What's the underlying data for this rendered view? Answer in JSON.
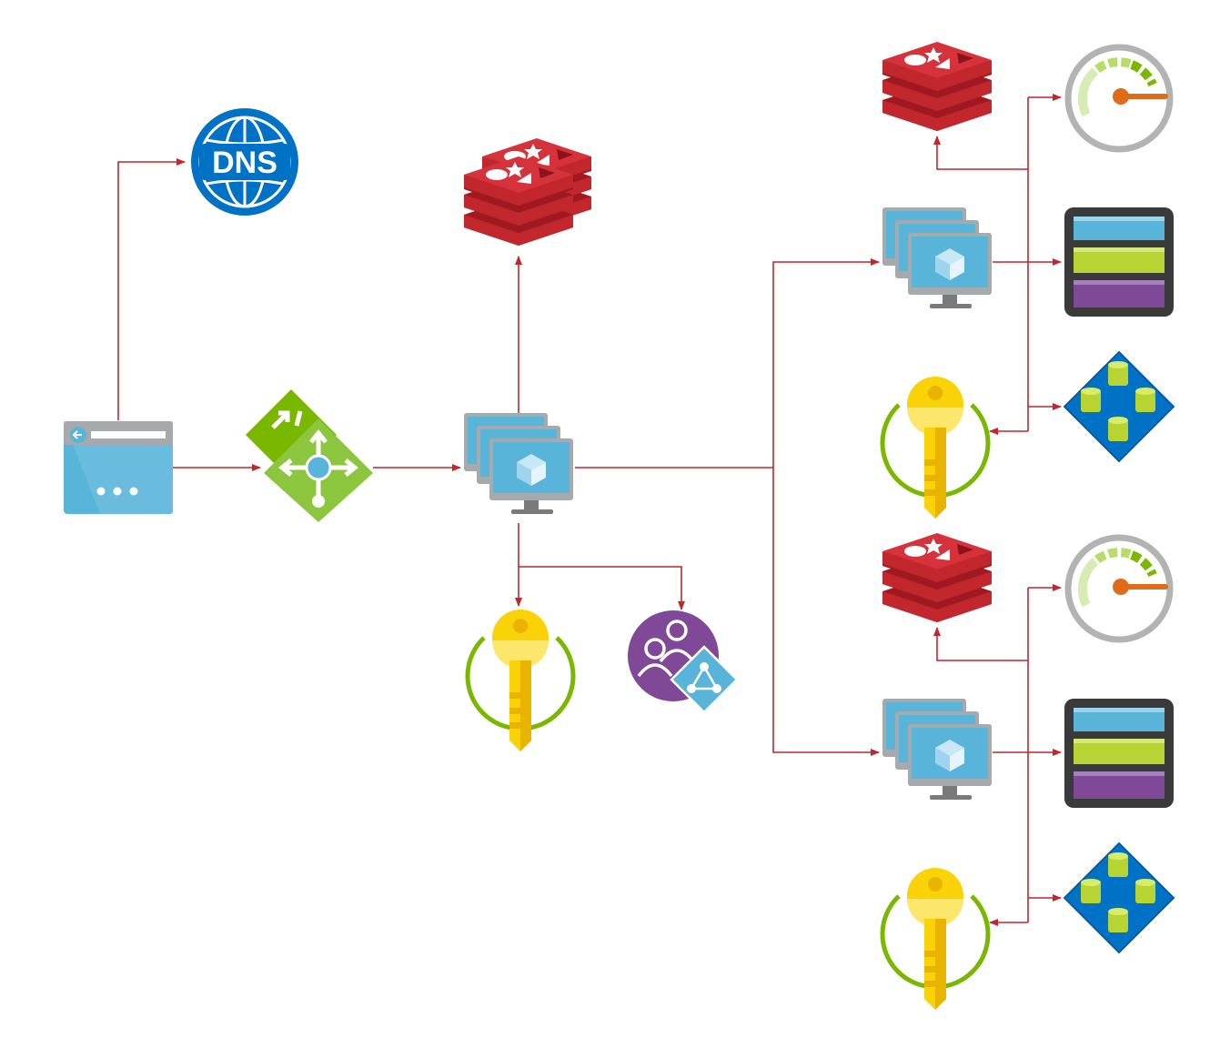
{
  "diagram": {
    "connector_color": "#c1272d",
    "nodes": [
      {
        "id": "browser",
        "icon": "browser-icon"
      },
      {
        "id": "dns",
        "icon": "dns-icon",
        "label": "DNS"
      },
      {
        "id": "app-gateway",
        "icon": "app-gateway-icon"
      },
      {
        "id": "vm-frontend",
        "icon": "vm-scaleset-icon"
      },
      {
        "id": "redis-frontend",
        "icon": "redis-cache-icon"
      },
      {
        "id": "keyvault-frontend",
        "icon": "key-vault-icon"
      },
      {
        "id": "aad-groups",
        "icon": "azure-ad-groups-icon"
      },
      {
        "id": "redis-upper",
        "icon": "redis-cache-icon"
      },
      {
        "id": "monitor-upper",
        "icon": "monitor-gauge-icon"
      },
      {
        "id": "vm-upper",
        "icon": "vm-scaleset-icon"
      },
      {
        "id": "storage-upper",
        "icon": "storage-icon"
      },
      {
        "id": "keyvault-upper",
        "icon": "key-vault-icon"
      },
      {
        "id": "cosmos-upper",
        "icon": "cosmos-db-icon"
      },
      {
        "id": "redis-lower",
        "icon": "redis-cache-icon"
      },
      {
        "id": "monitor-lower",
        "icon": "monitor-gauge-icon"
      },
      {
        "id": "vm-lower",
        "icon": "vm-scaleset-icon"
      },
      {
        "id": "storage-lower",
        "icon": "storage-icon"
      },
      {
        "id": "keyvault-lower",
        "icon": "key-vault-icon"
      },
      {
        "id": "cosmos-lower",
        "icon": "cosmos-db-icon"
      }
    ]
  }
}
